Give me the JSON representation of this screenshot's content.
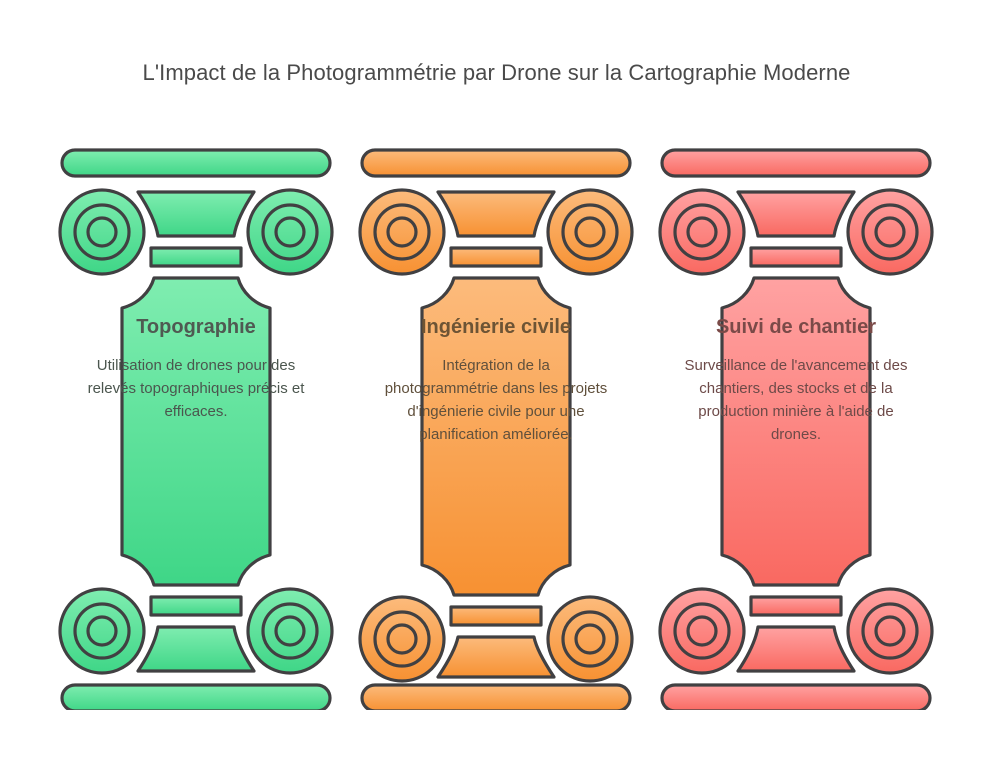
{
  "page": {
    "title": "L'Impact de la Photogrammétrie par Drone sur la Cartographie Moderne",
    "background_color": "#ffffff",
    "title_color": "#4a4a4a",
    "outline_color": "#414042"
  },
  "columns": [
    {
      "id": "topographie",
      "heading": "Topographie",
      "body": "Utilisation de drones pour des relevés topographiques précis et efficaces.",
      "color_light": "#7FEDB0",
      "color_dark": "#3FD687",
      "heading_color": "#4f5a52",
      "body_color": "#4b564e",
      "shaft_bottom": 415
    },
    {
      "id": "ingenierie-civile",
      "heading": "Ingénierie civile",
      "body": "Intégration de la photogrammétrie dans les projets d'ingénierie civile pour une planification améliorée.",
      "color_light": "#FCBB7C",
      "color_dark": "#F79132",
      "heading_color": "#6d5435",
      "body_color": "#60503c",
      "shaft_bottom": 425
    },
    {
      "id": "suivi-de-chantier",
      "heading": "Suivi de chantier",
      "body": "Surveillance de l'avancement des chantiers, des stocks et de la production minière à l'aide de drones.",
      "color_light": "#FFA2A2",
      "color_dark": "#F96961",
      "heading_color": "#7a4a48",
      "body_color": "#6d4a48",
      "shaft_bottom": 415
    }
  ]
}
